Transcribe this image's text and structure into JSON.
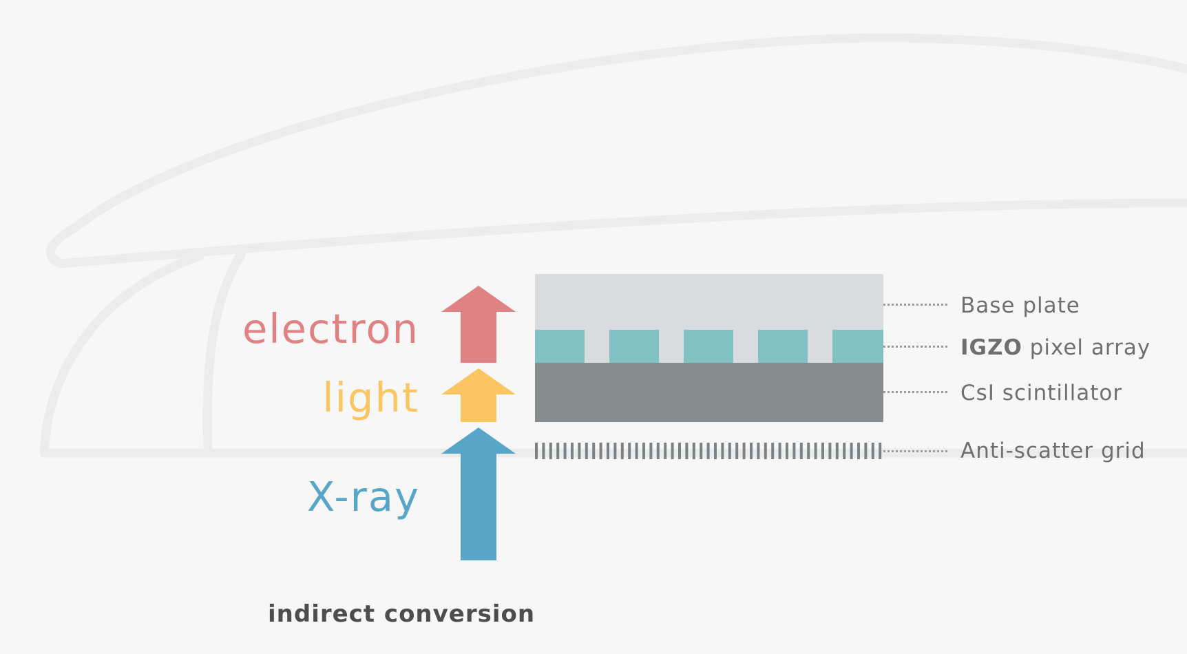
{
  "stages": {
    "electron": {
      "label": "electron",
      "color": "#e08283"
    },
    "light": {
      "label": "light",
      "color": "#fbc561"
    },
    "xray": {
      "label": "X-ray",
      "color": "#57a6c8"
    }
  },
  "layers": [
    {
      "name": "Base plate",
      "color": "#d9dcde"
    },
    {
      "name_strong": "IGZO",
      "name_rest": " pixel array",
      "color": "#81c0c3"
    },
    {
      "name": "CsI scintillator",
      "color": "#878d8f"
    },
    {
      "name": "Anti-scatter grid",
      "color": "#7c8183"
    }
  ],
  "caption": "indirect conversion",
  "colors": {
    "background": "#f7f7f7",
    "outline": "#ececec",
    "label_text": "#6f6f6f",
    "caption_text": "#4d4d4d",
    "leader": "#9a9a9a"
  }
}
